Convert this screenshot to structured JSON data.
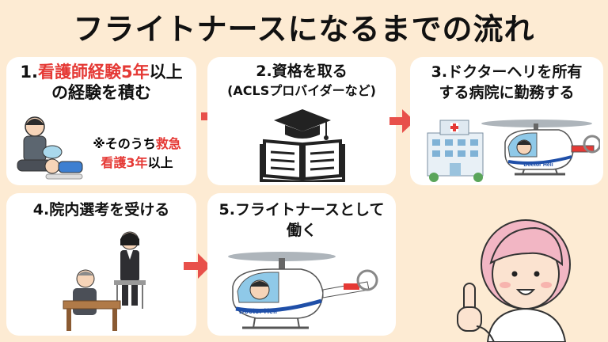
{
  "title": "フライトナースになるまでの流れ",
  "colors": {
    "background": "#fdebd3",
    "card": "#ffffff",
    "accent": "#e53935",
    "arrow": "#e8504a"
  },
  "steps": [
    {
      "line1_prefix": "1.",
      "line1_highlight": "看護師経験5年",
      "line1_suffix": "以上",
      "line2": "の経験を積む",
      "note_line1_prefix": "※そのうち",
      "note_line1_highlight": "救急",
      "note_line2_highlight": "看護3年",
      "note_line2_suffix": "以上",
      "icon": "nurse-emergency-icon"
    },
    {
      "line1": "2.資格を取る",
      "line2": "(ACLSプロバイダーなど)",
      "icon": "graduation-book-icon"
    },
    {
      "line1": "3.ドクターヘリを所有",
      "line2": "する病院に勤務する",
      "icon": "hospital-helicopter-icon",
      "heli_text": "Doctor Heli"
    },
    {
      "line1": "4.院内選考を受ける",
      "icon": "interview-icon"
    },
    {
      "line1": "5.フライトナースとして",
      "line2": "働く",
      "icon": "helicopter-icon",
      "heli_text": "Doctor Heli"
    }
  ],
  "mascot_icon": "nurse-pointing-icon"
}
